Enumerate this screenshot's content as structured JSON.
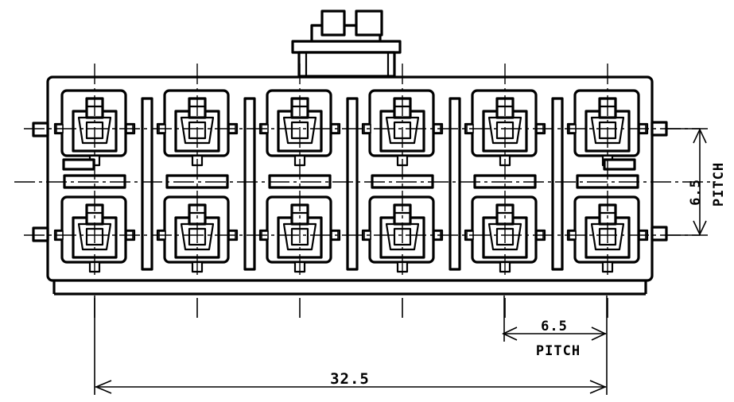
{
  "diagram": {
    "dimensions": {
      "overall": "32.5",
      "pitch_horizontal_value": "6.5",
      "pitch_horizontal_label": "PITCH",
      "pitch_vertical_value": "6.5",
      "pitch_vertical_label": "PITCH"
    },
    "switch_grid": {
      "columns": 6,
      "rows": 2
    },
    "colors": {
      "ink": "#000000",
      "paper": "#ffffff"
    }
  }
}
